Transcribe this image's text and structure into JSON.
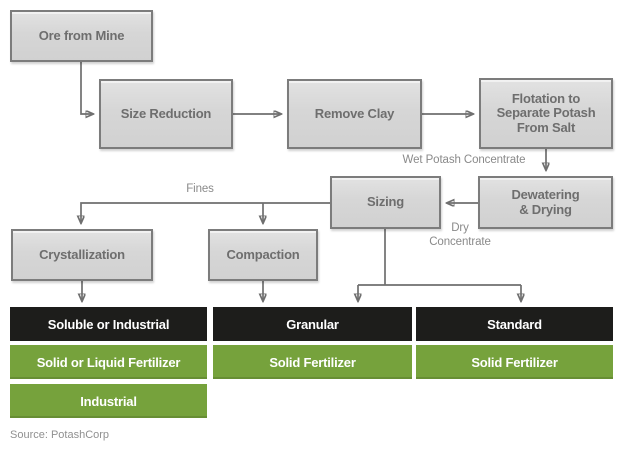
{
  "flowchart": {
    "boxes": {
      "ore": {
        "lines": [
          "Ore from Mine"
        ]
      },
      "size_reduction": {
        "lines": [
          "Size Reduction"
        ]
      },
      "remove_clay": {
        "lines": [
          "Remove Clay"
        ]
      },
      "flotation": {
        "lines": [
          "Flotation to",
          "Separate Potash",
          "From Salt"
        ]
      },
      "dewatering": {
        "lines": [
          "Dewatering",
          "& Drying"
        ]
      },
      "sizing": {
        "lines": [
          "Sizing"
        ]
      },
      "crystallization": {
        "lines": [
          "Crystallization"
        ]
      },
      "compaction": {
        "lines": [
          "Compaction"
        ]
      }
    },
    "annotations": {
      "fines": "Fines",
      "wet_potash_concentrate": "Wet Potash Concentrate",
      "dry_concentrate_lines": [
        "Dry",
        "Concentrate"
      ]
    },
    "product_bars": [
      {
        "label": "Soluble or Industrial"
      },
      {
        "label": "Granular"
      },
      {
        "label": "Standard"
      }
    ],
    "fertilizer_bars": [
      {
        "label": "Solid or Liquid Fertilizer"
      },
      {
        "label": "Solid Fertilizer"
      },
      {
        "label": "Solid Fertilizer"
      }
    ],
    "industrial_bar": {
      "label": "Industrial"
    }
  },
  "source": "Source: PotashCorp",
  "colors": {
    "bar_dark": "#1d1d1b",
    "bar_green": "#76a23c",
    "box_fill": "#d6d6d6",
    "box_border": "#7c7c7c",
    "arrow": "#6f6f6f"
  }
}
